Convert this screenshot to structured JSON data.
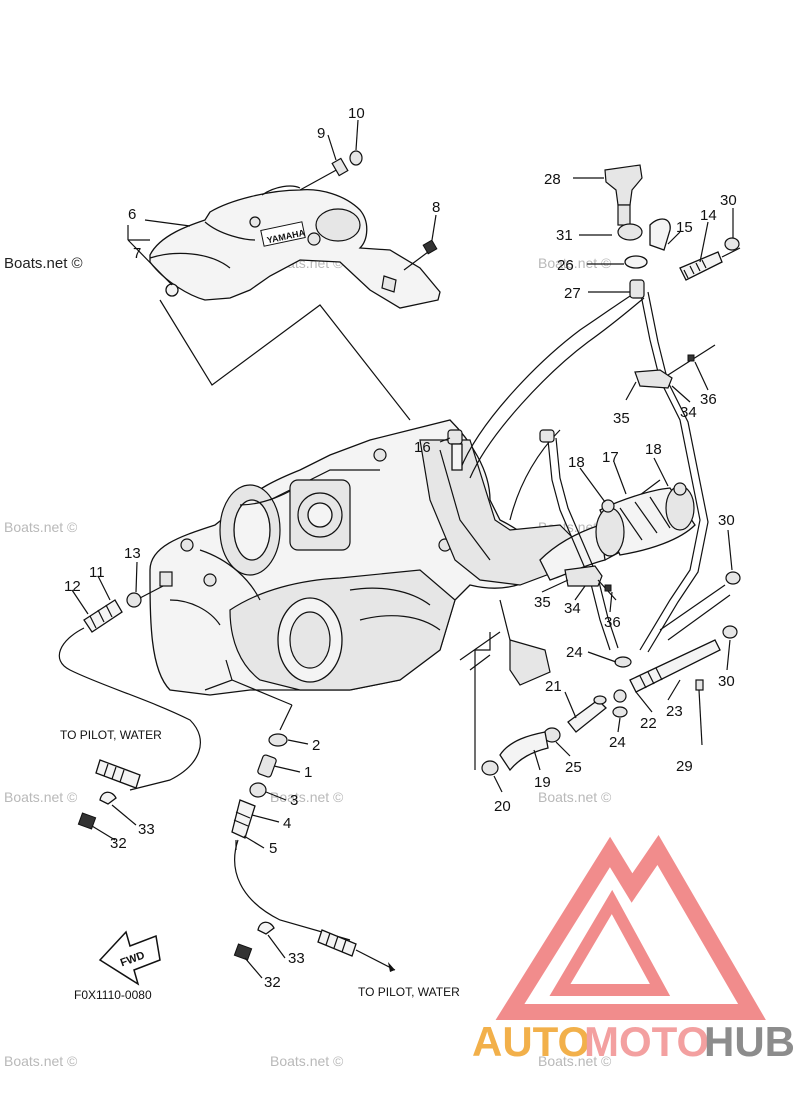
{
  "diagram": {
    "code": "F0X1110-0080",
    "fwd_label": "FWD",
    "notes": {
      "left": "TO PILOT, WATER",
      "bottom": "TO PILOT, WATER"
    },
    "cover_brand": "YAMAHA",
    "labels": {
      "l1": "1",
      "l2": "2",
      "l3": "3",
      "l4": "4",
      "l5": "5",
      "l6": "6",
      "l7": "7",
      "l8": "8",
      "l9": "9",
      "l10": "10",
      "l11": "11",
      "l12": "12",
      "l13": "13",
      "l14": "14",
      "l15": "15",
      "l16": "16",
      "l17": "17",
      "l18a": "18",
      "l18b": "18",
      "l19": "19",
      "l20": "20",
      "l21": "21",
      "l22": "22",
      "l23": "23",
      "l24a": "24",
      "l24b": "24",
      "l25": "25",
      "l26": "26",
      "l27": "27",
      "l28": "28",
      "l29": "29",
      "l30a": "30",
      "l30b": "30",
      "l30c": "30",
      "l31": "31",
      "l32a": "32",
      "l32b": "32",
      "l33a": "33",
      "l33b": "33",
      "l34a": "34",
      "l34b": "34",
      "l35a": "35",
      "l35b": "35",
      "l36a": "36",
      "l36b": "36"
    }
  },
  "watermarks": {
    "site": "Boats.net ©"
  },
  "logo": {
    "word_auto": "AUTO",
    "word_moto": "MOTO",
    "word_hub": "HUB",
    "colors": {
      "auto": "#f2b04a",
      "moto": "#f3a0a0",
      "hub": "#8c8c8c",
      "triangle": "#f08080"
    }
  }
}
